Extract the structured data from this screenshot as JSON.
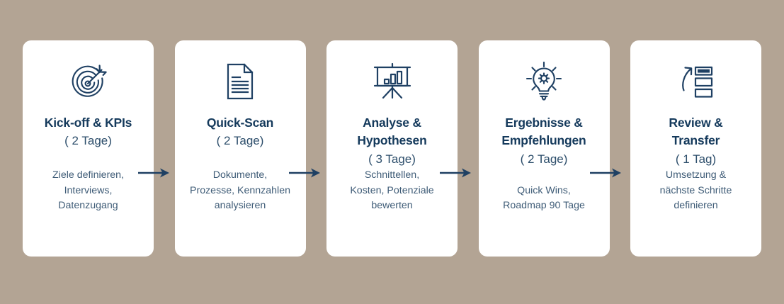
{
  "theme": {
    "background_color": "#b3a494",
    "card_color": "#ffffff",
    "accent_color": "#1f4063",
    "title_color": "#153a5c",
    "description_color": "#3f5c77",
    "arrow_color": "#1f4063"
  },
  "diagram": {
    "type": "process-flow",
    "orientation": "horizontal",
    "step_count": 5,
    "steps": [
      {
        "icon": "target-bullseye-icon",
        "title": "Kick-off & KPIs",
        "duration": "( 2 Tage)",
        "description": "Ziele definieren,\nInterviews,\nDatenzugang"
      },
      {
        "icon": "document-lines-icon",
        "title": "Quick-Scan",
        "duration": "( 2 Tage)",
        "description": "Dokumente,\nProzesse, Kennzahlen\nanalysieren"
      },
      {
        "icon": "presentation-chart-icon",
        "title": "Analyse &\nHypothesen",
        "duration": "( 3 Tage)",
        "description": "Schnittellen,\nKosten, Potenziale\nbewerten"
      },
      {
        "icon": "lightbulb-gear-icon",
        "title": "Ergebnisse &\nEmpfehlungen",
        "duration": "( 2 Tage)",
        "description": "Quick Wins,\nRoadmap 90 Tage"
      },
      {
        "icon": "transfer-list-icon",
        "title": "Review &\nTransfer",
        "duration": "( 1 Tag)",
        "description": "Umsetzung &\nnächste Schritte\ndefinieren"
      }
    ],
    "connectors": [
      {
        "icon": "arrow-right-icon",
        "from": 0,
        "to": 1
      },
      {
        "icon": "arrow-right-icon",
        "from": 1,
        "to": 2
      },
      {
        "icon": "arrow-right-icon",
        "from": 2,
        "to": 3
      },
      {
        "icon": "arrow-right-icon",
        "from": 3,
        "to": 4
      }
    ]
  }
}
